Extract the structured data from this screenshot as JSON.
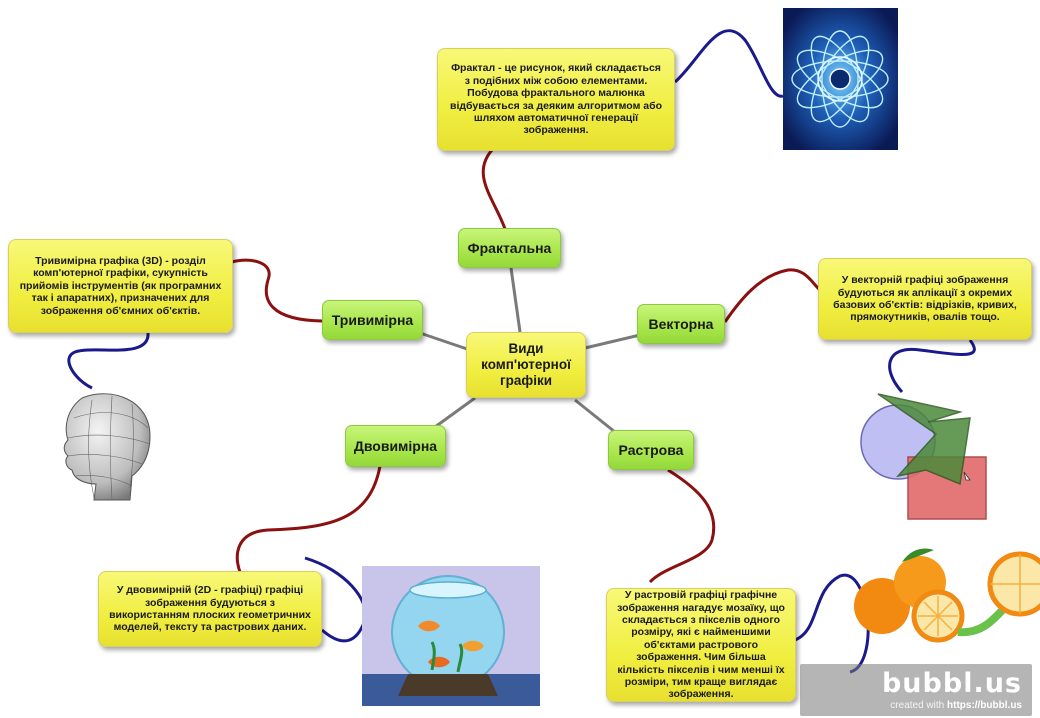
{
  "center": {
    "label": "Види комп'ютерної графіки"
  },
  "categories": {
    "fractal": "Фрактальна",
    "three_d": "Тривимірна",
    "vector": "Векторна",
    "two_d": "Двовимірна",
    "raster": "Растрова"
  },
  "descriptions": {
    "fractal": "Фрактал - це рисунок, який складається з подібних між собою елементами. Побудова фрактального малюнка відбувається за деяким алгоритмом або шляхом автоматичної генерації зображення.",
    "three_d": "Тривимірна графіка (3D) - розділ комп'ютерної графіки, сукупність прийомів інструментів (як програмних так і апаратних), призначених для зображення об'ємних об'єктів.",
    "vector": "У векторній графіці зображення будуються як аплікації з окремих базових об'єктів: відрізків, кривих, прямокутників, овалів тощо.",
    "two_d": "У двовимірній (2D - графіці) графіці зображення будуються з використанням плоских геометричних моделей, тексту та растрових даних.",
    "raster": "У растровій графіці графічне зображення нагадує мозаїку, що складається з пікселів одного розміру, які є найменшими об'єктами растрового зображення. Чим більша кількість пікселів і чим менші їх розміри, тим краще виглядає зображення."
  },
  "watermark": {
    "logo": "bubbl.us",
    "created": "created with ",
    "url": "https://bubbl.us"
  },
  "colors": {
    "link_red": "#8b1010",
    "link_blue": "#1a1a8c",
    "center_spoke": "#7a7a7a"
  },
  "icons": [
    "fractal-image",
    "head-wireframe-image",
    "vector-shapes-image",
    "fishbowl-image",
    "oranges-image"
  ]
}
